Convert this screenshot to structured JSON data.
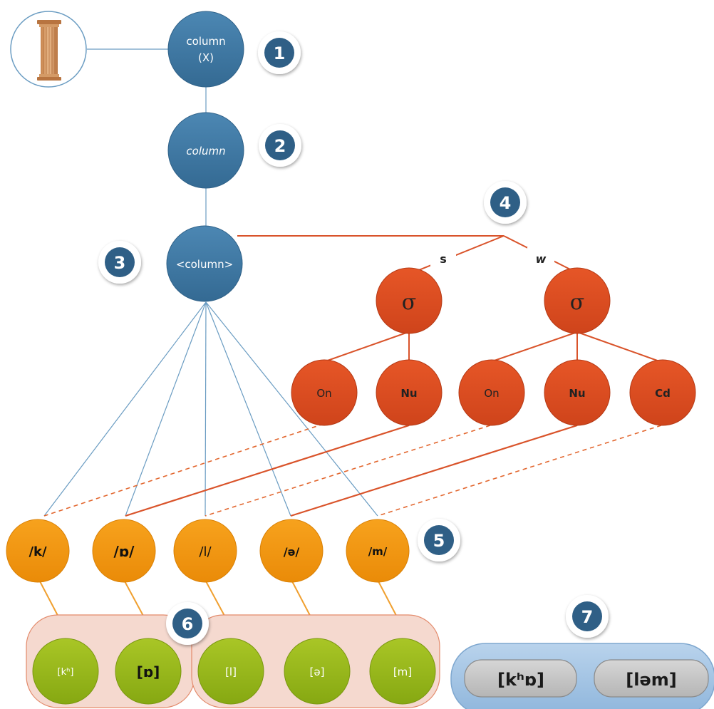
{
  "colors": {
    "blue": "#3f7aa6",
    "red": "#e04e22",
    "orange": "#f39a14",
    "green": "#9bbb1a",
    "rose_box": "#f5d9cf",
    "grey_pill": "#c3c3c3",
    "blue_panel": "#a8c7e6",
    "badge_text": "#2f5f86"
  },
  "nodes": {
    "meaning": {
      "line1": "column",
      "line2": "(X)"
    },
    "word": {
      "label": "column"
    },
    "form": {
      "label": "<column>"
    },
    "syl_strong": {
      "label": "σ"
    },
    "syl_weak": {
      "label": "σ"
    },
    "onset1": {
      "label": "On"
    },
    "nucleus1": {
      "label": "Nu"
    },
    "onset2": {
      "label": "On"
    },
    "nucleus2": {
      "label": "Nu"
    },
    "coda2": {
      "label": "Cd"
    }
  },
  "stress": {
    "strong": "s",
    "weak": "w"
  },
  "phonemes": [
    "/k/",
    "/ɒ/",
    "/l/",
    "/ə/",
    "/m/"
  ],
  "phones": [
    "[kʰ]",
    "[ɒ]",
    "[l]",
    "[ə]",
    "[m]"
  ],
  "output_syllables": [
    "[kʰɒ]",
    "[ləm]"
  ],
  "badges": [
    "1",
    "2",
    "3",
    "4",
    "5",
    "6",
    "7"
  ]
}
